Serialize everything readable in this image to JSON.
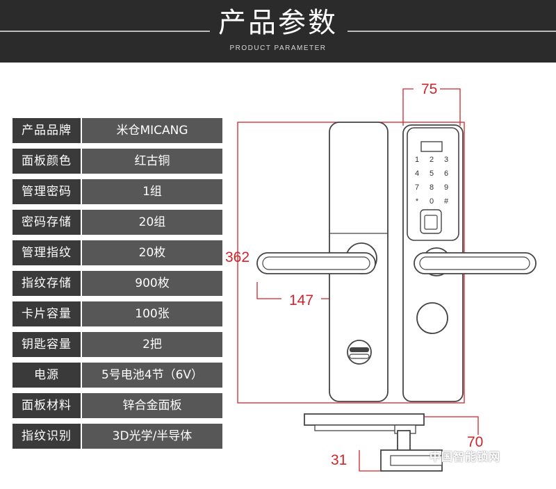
{
  "header": {
    "title": "产品参数",
    "subtitle": "PRODUCT PARAMETER"
  },
  "specs": [
    {
      "label": "产品品牌",
      "value": "米仓MICANG"
    },
    {
      "label": "面板颜色",
      "value": "红古铜"
    },
    {
      "label": "管理密码",
      "value": "1组"
    },
    {
      "label": "密码存储",
      "value": "20组"
    },
    {
      "label": "管理指纹",
      "value": "20枚"
    },
    {
      "label": "指纹存储",
      "value": "900枚"
    },
    {
      "label": "卡片容量",
      "value": "100张"
    },
    {
      "label": "钥匙容量",
      "value": "2把"
    },
    {
      "label": "电源",
      "value": "5号电池4节（6V）"
    },
    {
      "label": "面板材料",
      "value": "锌合金面板"
    },
    {
      "label": "指纹识别",
      "value": "3D光学/半导体"
    }
  ],
  "dimensions": {
    "width_top": "75",
    "height": "362",
    "handle": "147",
    "depth": "70",
    "thickness": "31"
  },
  "keypad": {
    "keys": [
      "1",
      "2",
      "3",
      "4",
      "5",
      "6",
      "7",
      "8",
      "9",
      "*",
      "0",
      "#"
    ]
  },
  "watermark": "中国智能锁网",
  "colors": {
    "header_bg": "#2b2b2b",
    "label_bg": "#3a3a3a",
    "value_bg": "#575757",
    "dimension": "#d2232a",
    "outline": "#444444"
  }
}
